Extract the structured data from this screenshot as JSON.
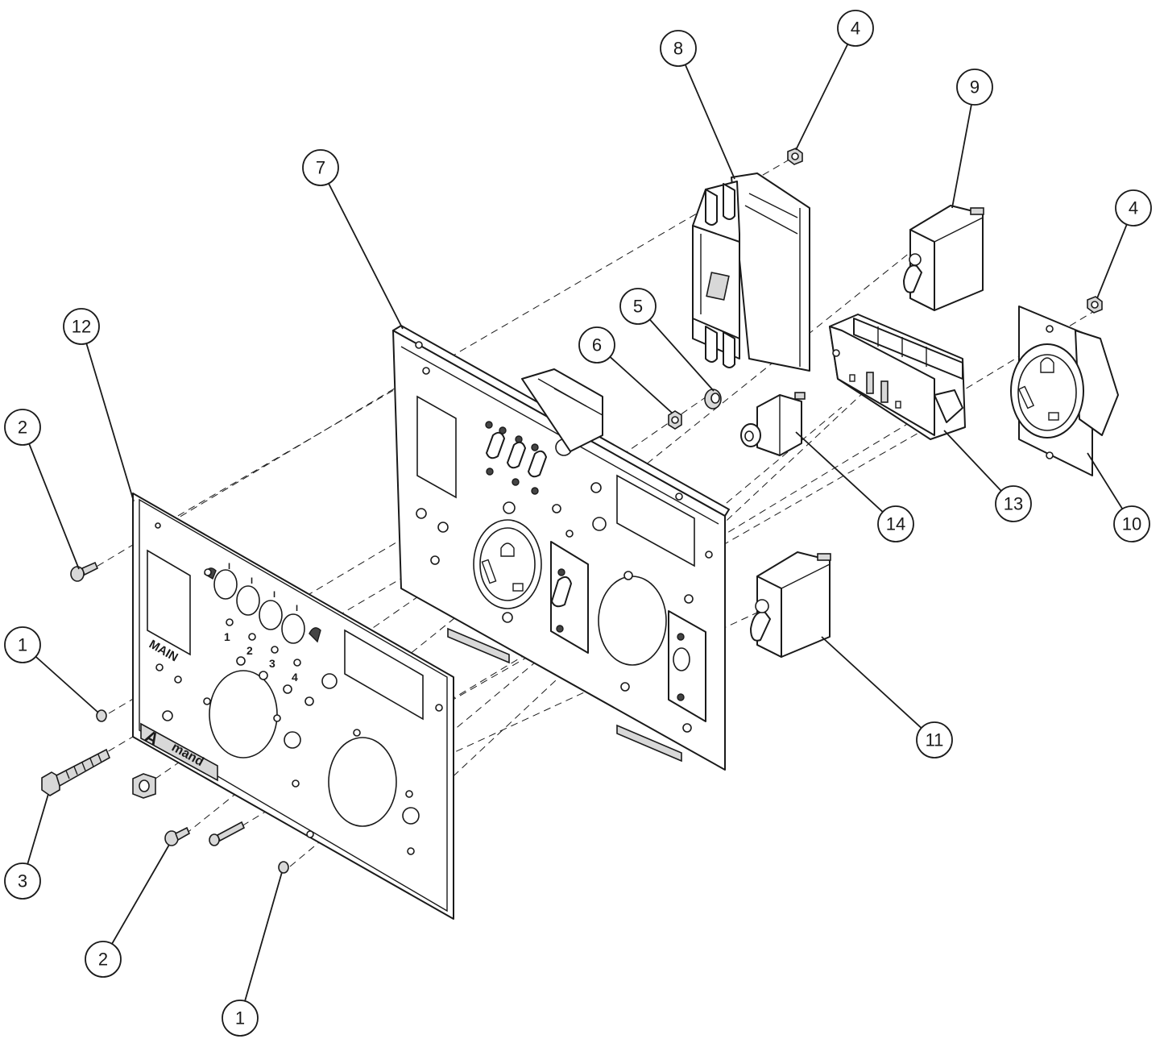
{
  "diagram": {
    "callouts": [
      {
        "id": "c1a",
        "label": "1"
      },
      {
        "id": "c1b",
        "label": "1"
      },
      {
        "id": "c2a",
        "label": "2"
      },
      {
        "id": "c2b",
        "label": "2"
      },
      {
        "id": "c3",
        "label": "3"
      },
      {
        "id": "c4a",
        "label": "4"
      },
      {
        "id": "c4b",
        "label": "4"
      },
      {
        "id": "c5",
        "label": "5"
      },
      {
        "id": "c6",
        "label": "6"
      },
      {
        "id": "c7",
        "label": "7"
      },
      {
        "id": "c8",
        "label": "8"
      },
      {
        "id": "c9",
        "label": "9"
      },
      {
        "id": "c10",
        "label": "10"
      },
      {
        "id": "c11",
        "label": "11"
      },
      {
        "id": "c12",
        "label": "12"
      },
      {
        "id": "c13",
        "label": "13"
      },
      {
        "id": "c14",
        "label": "14"
      }
    ],
    "panel_text": {
      "main": "MAIN",
      "brand": "A",
      "brand_rest": "mand",
      "numbers": [
        "1",
        "2",
        "3",
        "4"
      ],
      "switch_marks": [
        "I",
        "I",
        "I",
        "I"
      ]
    }
  }
}
